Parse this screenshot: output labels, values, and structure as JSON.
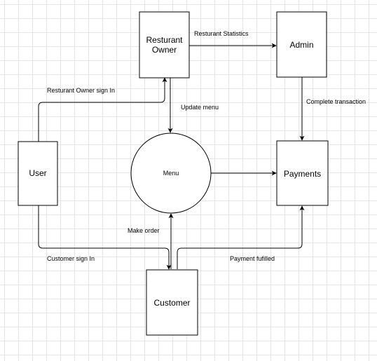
{
  "nodes": {
    "owner": {
      "line1": "Resturant",
      "line2": "Owner"
    },
    "admin": {
      "label": "Admin"
    },
    "user": {
      "label": "User"
    },
    "menu": {
      "label": "Menu"
    },
    "payments": {
      "label": "Payments"
    },
    "customer": {
      "label": "Customer"
    }
  },
  "edges": {
    "owner_to_admin": "Resturant Statistics",
    "user_to_owner": "Resturant Owner sign In",
    "owner_to_menu": "Update menu",
    "admin_to_payments": "Complete transaction",
    "customer_to_menu": "Make order",
    "user_to_customer": "Customer sign In",
    "customer_to_payments": "Payment fufilled"
  }
}
